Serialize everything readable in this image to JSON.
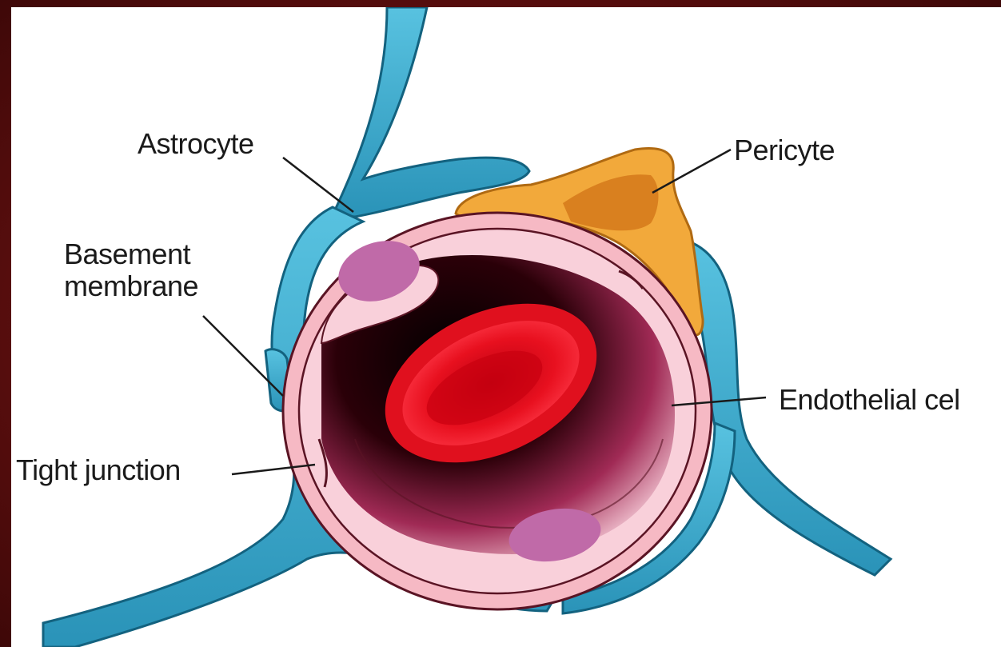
{
  "labels": {
    "astrocyte": "Astrocyte",
    "pericyte": "Pericyte",
    "basement_membrane_line1": "Basement",
    "basement_membrane_line2": "membrane",
    "endothelial_cell": "Endothelial cel",
    "tight_junction": "Tight junction"
  },
  "colors": {
    "frame": "#6b1212",
    "astrocyte": "#3aa6c9",
    "pericyte": "#f2a93b",
    "pericyte_nucleus": "#d9801f",
    "basement_membrane": "#f6b9c4",
    "endothelial": "#f7c9d3",
    "nucleus": "#c06aa8",
    "lumen": "#1a0004",
    "red_blood_cell": "#e0101e"
  }
}
